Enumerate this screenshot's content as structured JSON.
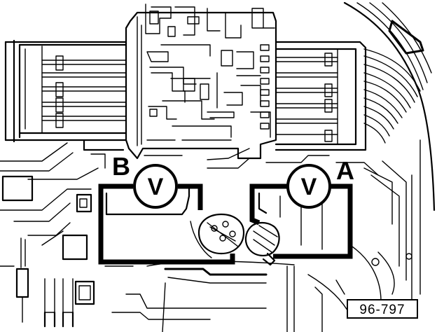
{
  "labels": {
    "point_b": "B",
    "point_a": "A"
  },
  "meters": {
    "left_symbol": "V",
    "right_symbol": "V"
  },
  "reference": "96-797"
}
